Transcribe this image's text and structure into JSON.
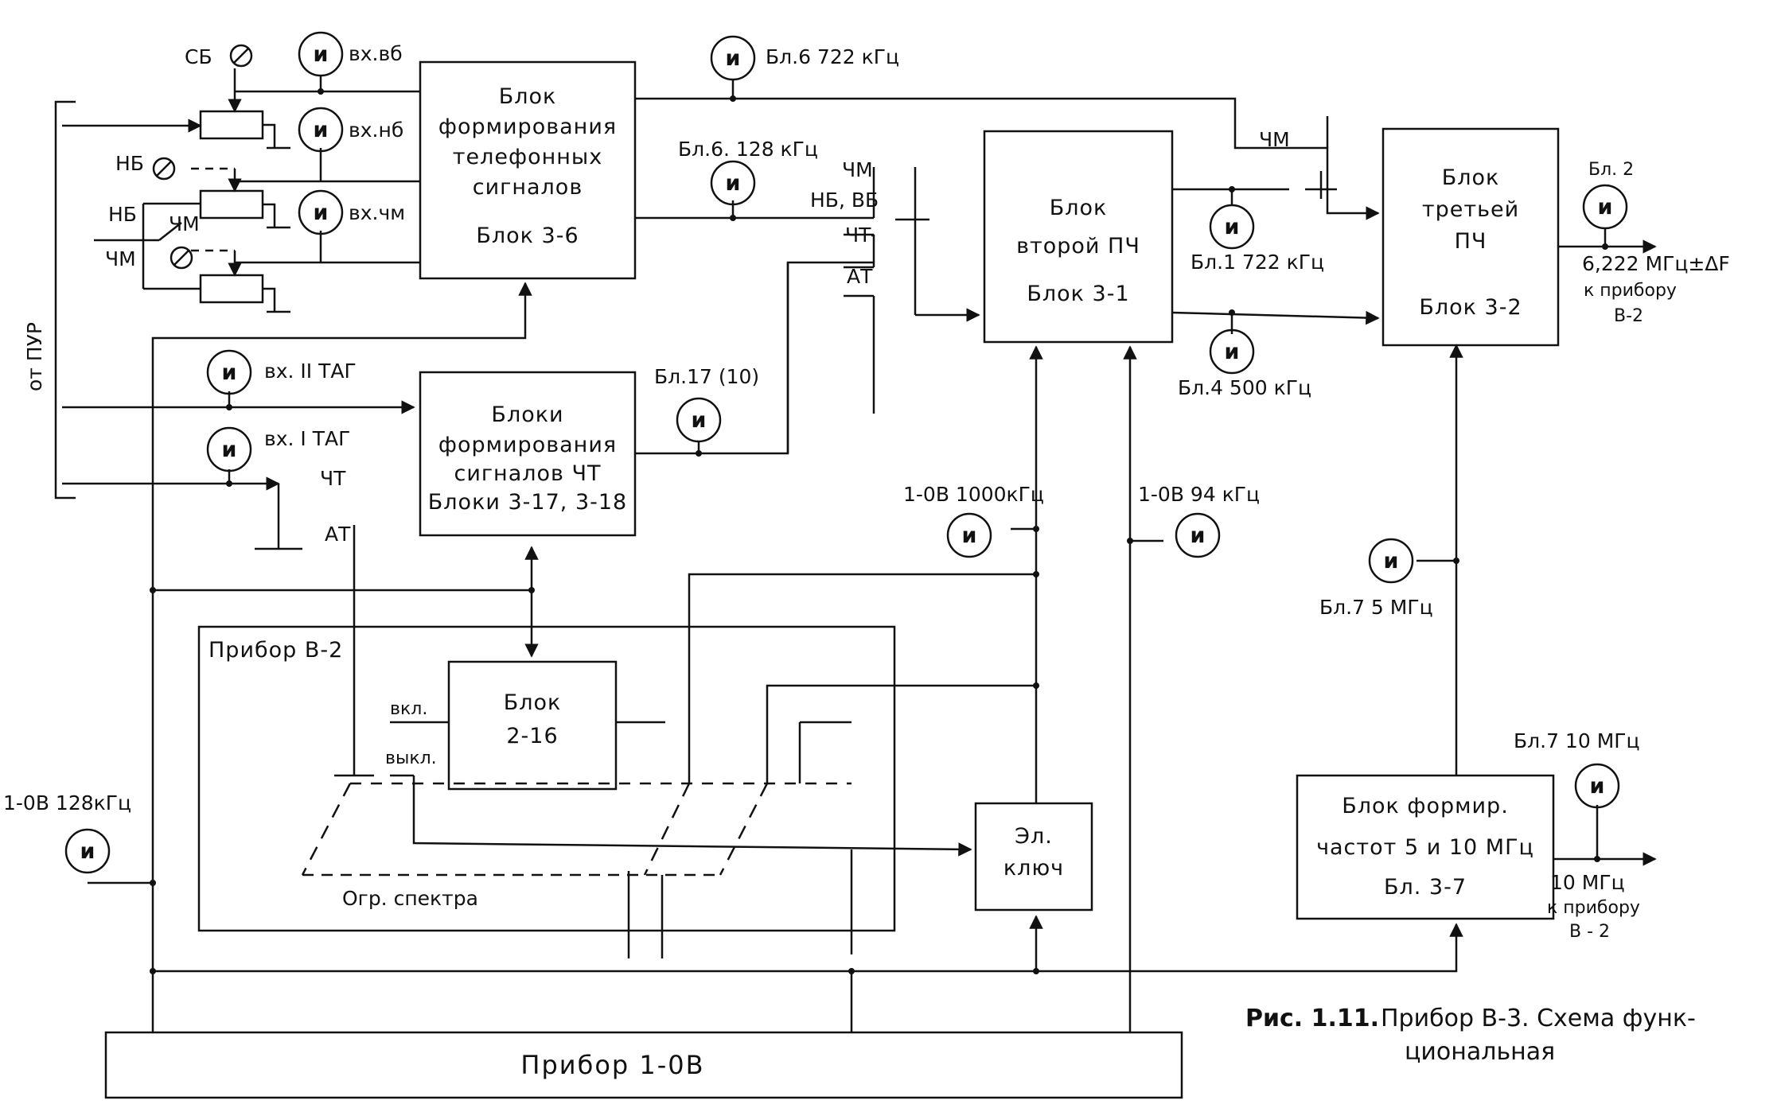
{
  "blocks": {
    "b36": {
      "lines": [
        "Блок",
        "формирования",
        "телефонных",
        "сигналов",
        "Блок  3-6"
      ]
    },
    "b31": {
      "lines": [
        "Блок",
        "второй ПЧ",
        "Блок  3-1"
      ]
    },
    "b32": {
      "lines": [
        "Блок",
        "третьей",
        "ПЧ",
        "Блок  3-2"
      ]
    },
    "b317": {
      "lines": [
        "Блоки",
        "формирования",
        "сигналов ЧТ",
        "Блоки 3-17, 3-18"
      ]
    },
    "b216": {
      "lines": [
        "Блок",
        "2-16"
      ]
    },
    "key": {
      "lines": [
        "Эл.",
        "ключ"
      ]
    },
    "b37": {
      "lines": [
        "Блок  формир.",
        "частот  5 и 10 МГц",
        "Бл. 3-7"
      ]
    },
    "dev10v": {
      "label": "Прибор   1-0В"
    },
    "devb2": {
      "label": "Прибор В-2"
    }
  },
  "meter_symbol": "и",
  "labels": {
    "ss": "СБ",
    "nb": "НБ",
    "nb_sw": "НБ",
    "chm_sw_top": "ЧМ",
    "chm_sw_left": "ЧМ",
    "vx_vb": "вх.вб",
    "vx_nb": "вх.нб",
    "vx_chm": "вх.чм",
    "ot_pur": "от  ПУР",
    "bl6_722": "Бл.6  722 кГц",
    "bl6_128": "Бл.6.  128 кГц",
    "bus_chm": "ЧМ",
    "bus_nb_vb": "НБ, ВБ",
    "bus_cht": "ЧТ",
    "bus_at": "АТ",
    "chm_top": "ЧМ",
    "bl1_722": "Бл.1  722 кГц",
    "bl4_500": "Бл.4  500 кГц",
    "bl2": "Бл. 2",
    "out_6222": "6,222 МГц±ΔF",
    "k_priboru_b2_top": "к прибору",
    "b2_top": "В-2",
    "vx_2_tag": "вх. II ТАГ",
    "vx_1_tag": "вх. I ТАГ",
    "cht_in": "ЧТ",
    "at_in": "АТ",
    "bl17": "Бл.17 (10)",
    "v10_1000": "1-0В  1000кГц",
    "v10_94": "1-0В  94 кГц",
    "bl7_5": "Бл.7  5 МГц",
    "bl7_10": "Бл.7  10 МГц",
    "vkl": "вкл.",
    "vykl": "выкл.",
    "ogr_spektra": "Огр.  спектра",
    "v10_128": "1-0В  128кГц",
    "out_10": "10 МГц",
    "k_priboru_bottom": "к прибору",
    "b2_bottom": "В - 2"
  },
  "caption": {
    "fig": "Рис. 1.11.",
    "line1": "Прибор В-3. Схема функ-",
    "line2": "циональная"
  }
}
